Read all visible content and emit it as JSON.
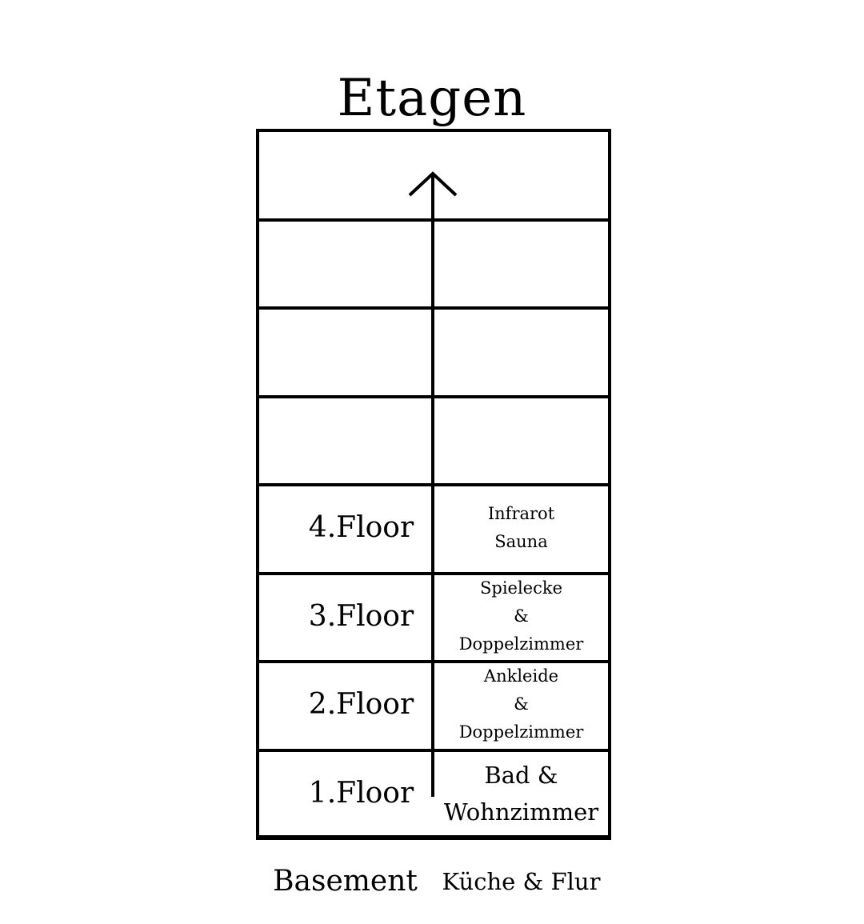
{
  "title": "Etagen",
  "floors": [
    {
      "label": "4.Floor",
      "rooms": [
        "Infrarot",
        "Sauna"
      ],
      "size": "small"
    },
    {
      "label": "3.Floor",
      "rooms": [
        "Spielecke",
        "&",
        "Doppelzimmer"
      ],
      "size": "small"
    },
    {
      "label": "2.Floor",
      "rooms": [
        "Ankleide",
        "&",
        "Doppelzimmer"
      ],
      "size": "small"
    },
    {
      "label": "1.Floor",
      "rooms": [
        "Bad &",
        "Wohnzimmer"
      ],
      "size": "large"
    },
    {
      "label": "Basement",
      "rooms": [
        "Küche & Flur"
      ],
      "size": "large"
    }
  ],
  "empty_rows_above": 3,
  "colors": {
    "line": "#000000",
    "background": "#ffffff"
  },
  "icons": {
    "arrow": "arrow-up-icon"
  }
}
